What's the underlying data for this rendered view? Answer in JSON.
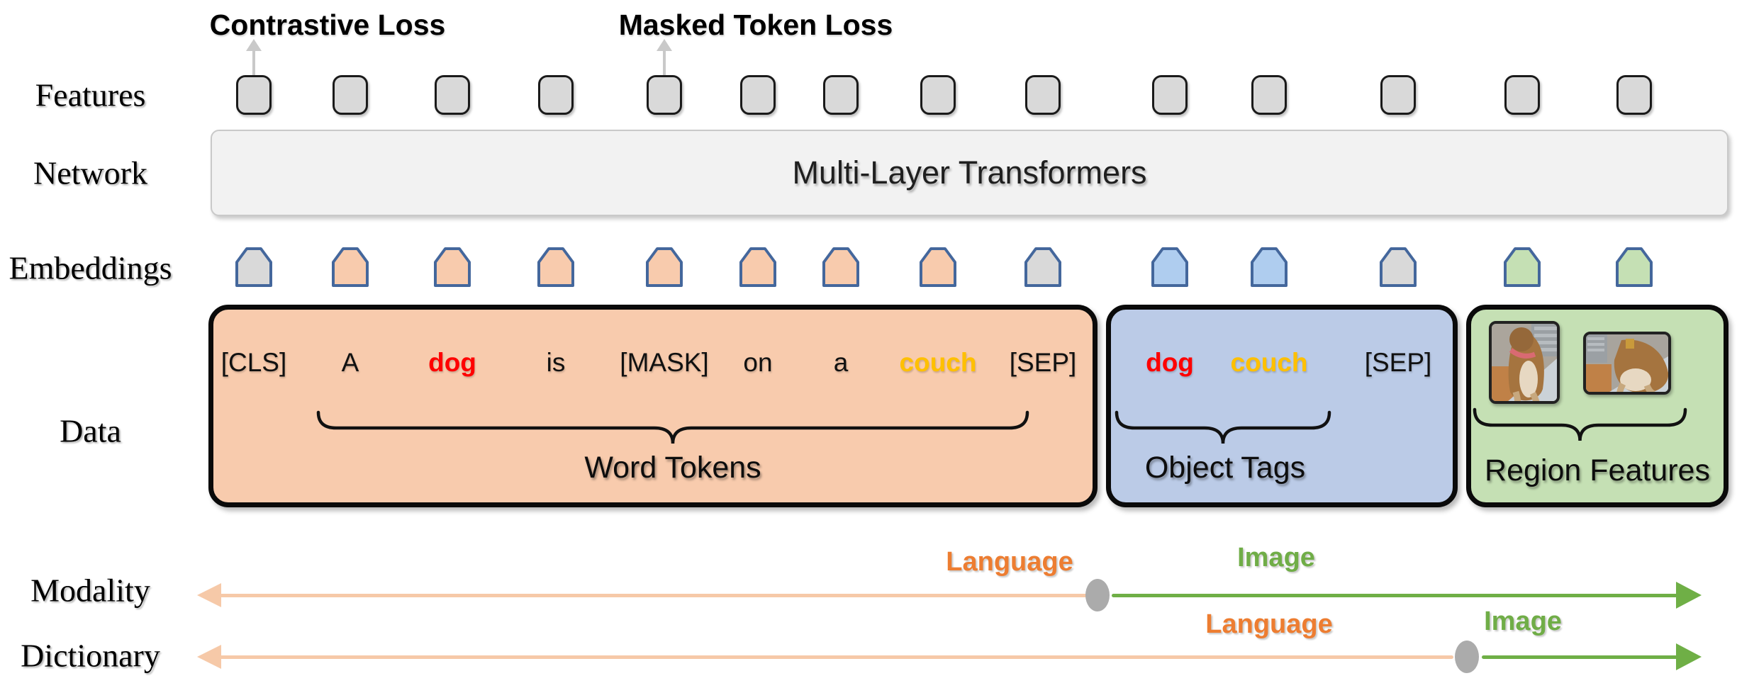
{
  "row_labels": {
    "features": "Features",
    "network": "Network",
    "embeddings": "Embeddings",
    "data": "Data",
    "modality": "Modality",
    "dictionary": "Dictionary"
  },
  "losses": [
    {
      "label": "Contrastive Loss"
    },
    {
      "label": "Masked Token Loss"
    }
  ],
  "network": {
    "label": "Multi-Layer Transformers"
  },
  "embeddings": {
    "colors": [
      "gray",
      "orange",
      "orange",
      "orange",
      "orange",
      "orange",
      "orange",
      "orange",
      "gray",
      "blue",
      "blue",
      "gray",
      "green",
      "green"
    ]
  },
  "data_row": {
    "word_tokens": {
      "label": "Word Tokens",
      "tokens": [
        {
          "text": "[CLS]",
          "color": "black",
          "bold": false
        },
        {
          "text": "A",
          "color": "black",
          "bold": false
        },
        {
          "text": "dog",
          "color": "red",
          "bold": true
        },
        {
          "text": "is",
          "color": "black",
          "bold": false
        },
        {
          "text": "[MASK]",
          "color": "black",
          "bold": false
        },
        {
          "text": "on",
          "color": "black",
          "bold": false
        },
        {
          "text": "a",
          "color": "black",
          "bold": false
        },
        {
          "text": "couch",
          "color": "gold",
          "bold": true
        },
        {
          "text": "[SEP]",
          "color": "black",
          "bold": false
        }
      ]
    },
    "object_tags": {
      "label": "Object Tags",
      "tokens": [
        {
          "text": "dog",
          "color": "red",
          "bold": true
        },
        {
          "text": "couch",
          "color": "gold",
          "bold": true
        },
        {
          "text": "[SEP]",
          "color": "black",
          "bold": false
        }
      ]
    },
    "region_features": {
      "label": "Region Features",
      "image_count": 2
    }
  },
  "modality_row": {
    "language_label": "Language",
    "image_label": "Image"
  },
  "dictionary_row": {
    "language_label": "Language",
    "image_label": "Image"
  },
  "colors": {
    "orange_accent": "#ED7D31",
    "green_accent": "#70AD47",
    "red_token": "#FF0000",
    "gold_token": "#FFC000",
    "peach_fill": "#F8CBAD",
    "blue_fill": "#BBCBE7",
    "green_fill": "#C5E0B4",
    "gray_fill": "#D9D9D9",
    "pentagon_border": "#44679C",
    "axis_line_peach": "#F6C9A8",
    "split_dot_gray": "#ABABAB",
    "network_fill": "#F2F2F2"
  }
}
